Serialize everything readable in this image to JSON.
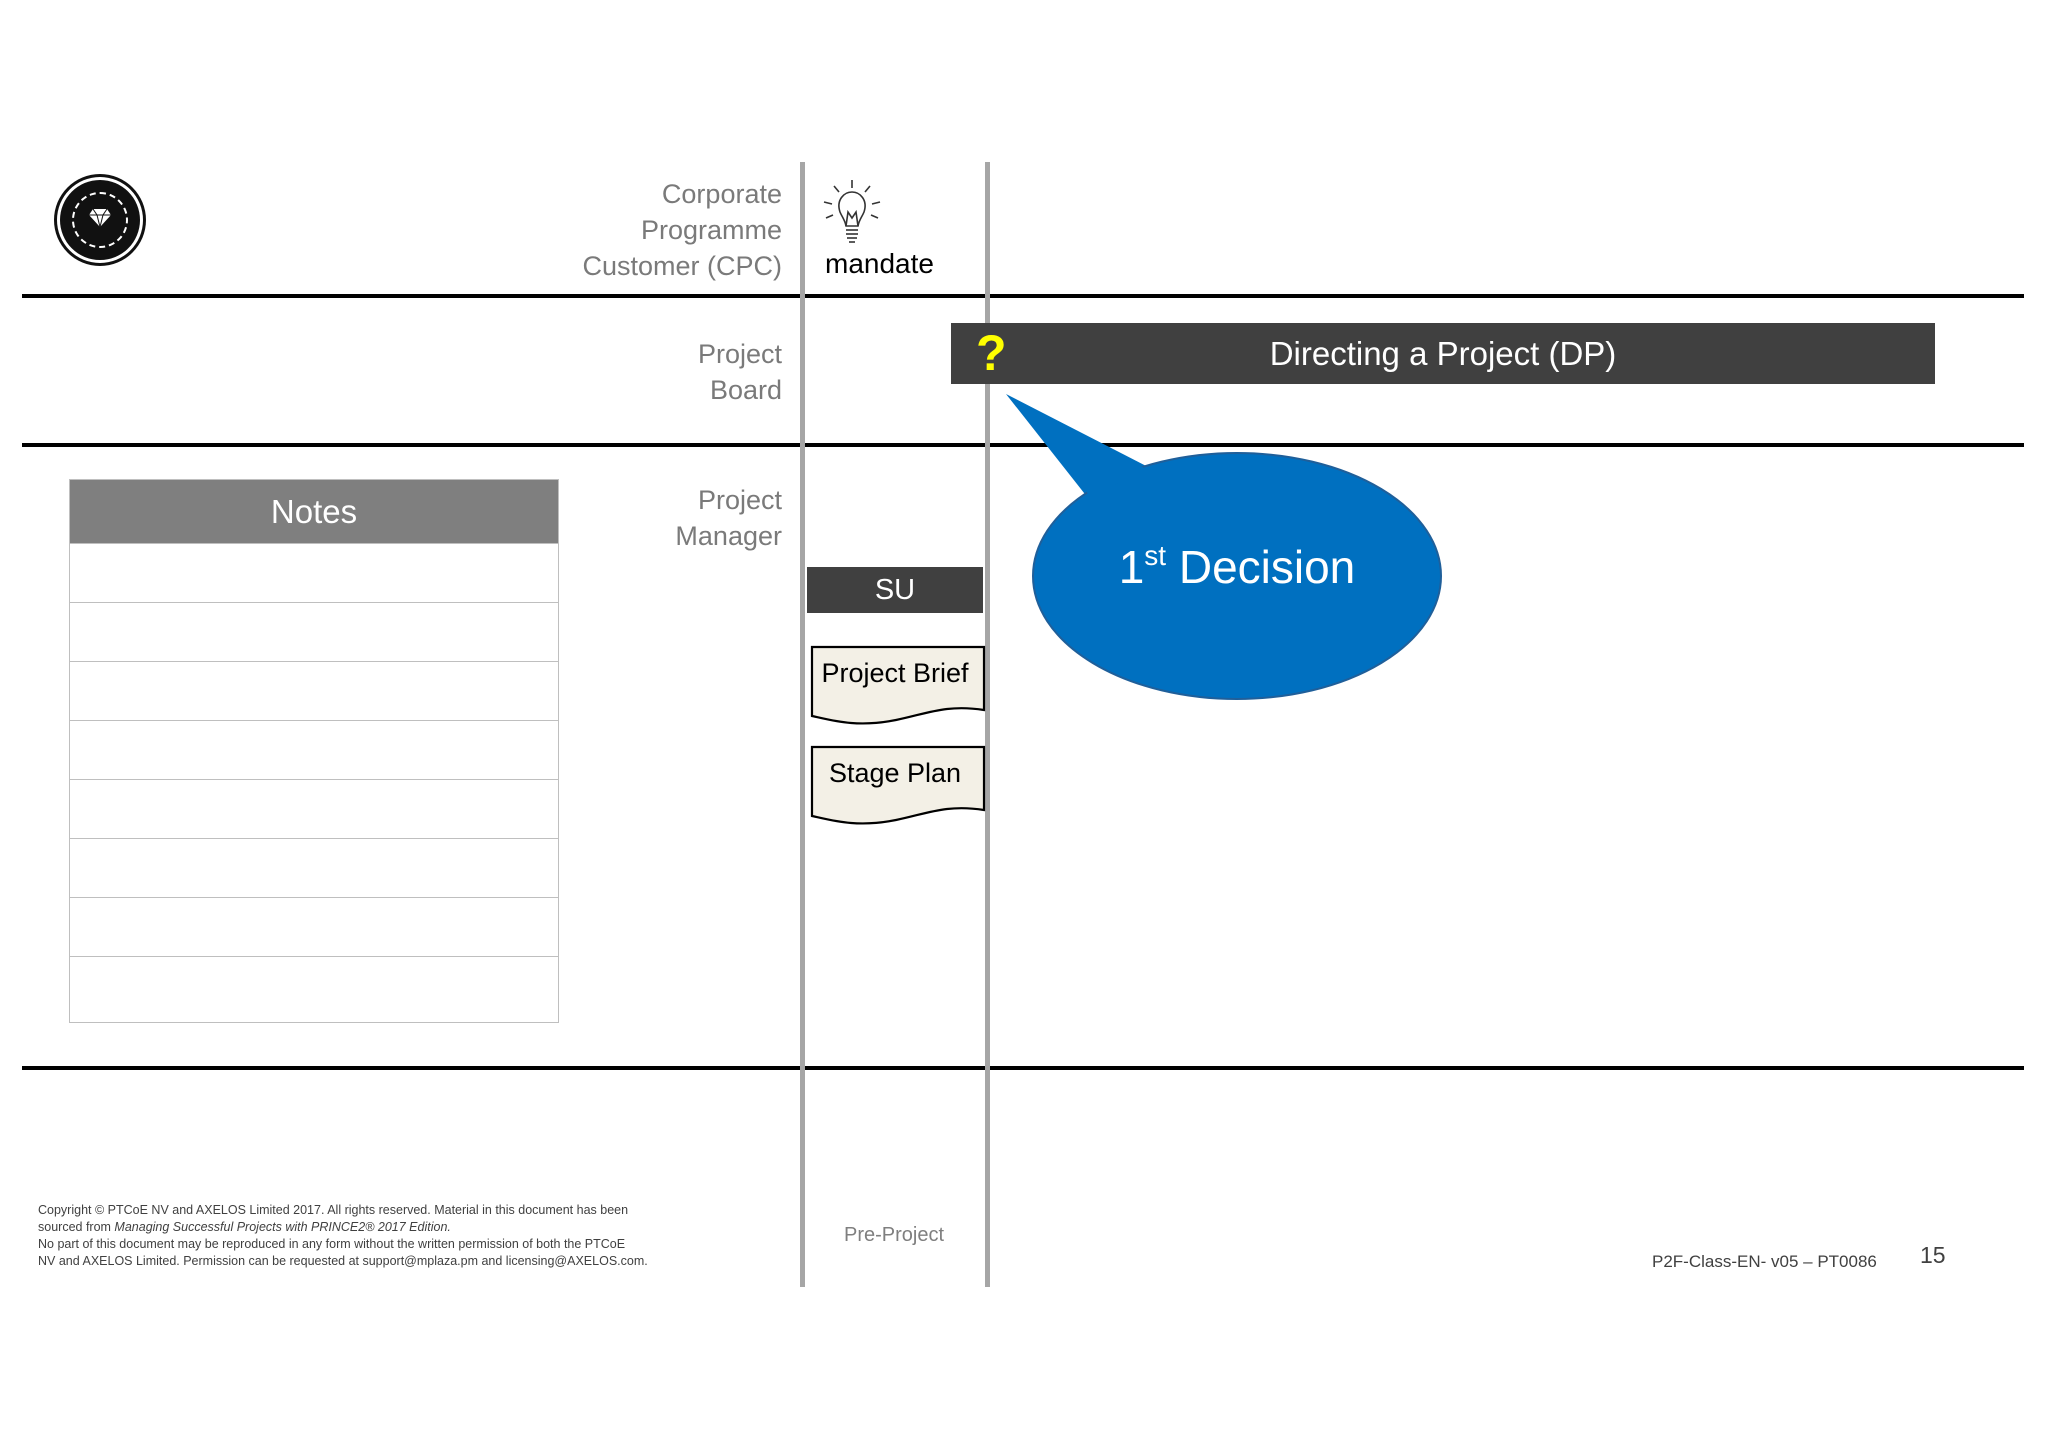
{
  "roles": {
    "cpc": "Corporate\nProgramme\nCustomer (CPC)",
    "board": "Project\nBoard",
    "manager": "Project\nManager"
  },
  "mandate": "mandate",
  "dp_bar": {
    "label": "Directing a Project (DP)",
    "question_mark": "?"
  },
  "notes": {
    "title": "Notes",
    "row_count": 8
  },
  "su": "SU",
  "documents": [
    "Project Brief",
    "Stage Plan"
  ],
  "decision": {
    "number": "1",
    "ordinal_suffix": "st",
    "word": "Decision"
  },
  "footer": {
    "copyright_line1": "Copyright © PTCoE NV and AXELOS Limited 2017. All rights reserved. Material in this document has been",
    "copyright_line2_prefix": "sourced from ",
    "copyright_line2_source": "Managing Successful Projects with PRINCE2® 2017 Edition.",
    "copyright_line3": "No part of this document may be reproduced in any form without the written permission of both the PTCoE",
    "copyright_line4": "NV and AXELOS Limited. Permission can be requested at support@mplaza.pm and licensing@AXELOS.com.",
    "stage": "Pre-Project",
    "doc_ref": "P2F-Class-EN- v05 – PT0086",
    "page_number": "15"
  },
  "colors": {
    "dark_bar": "#404040",
    "notes_header": "#7f7f7f",
    "decision_bubble": "#0070c0",
    "question_mark": "#ffff00",
    "document_fill": "#f3f0e6"
  },
  "icons": [
    "ptcoe-logo-icon",
    "lightbulb-icon"
  ]
}
